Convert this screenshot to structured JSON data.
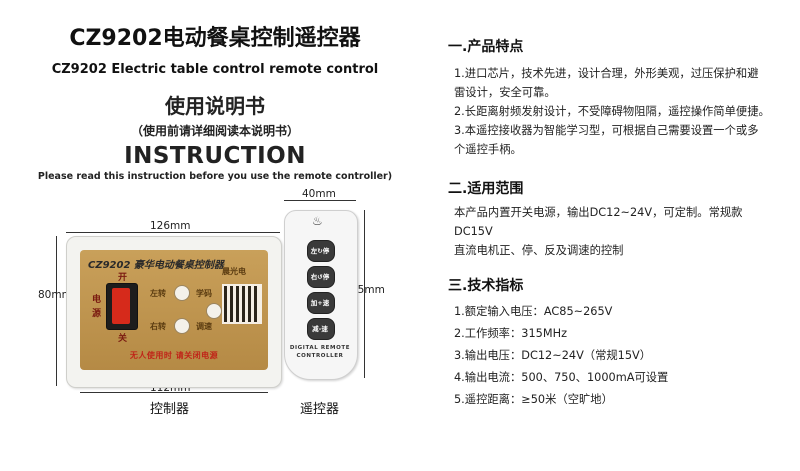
{
  "left": {
    "title_cn": "CZ9202电动餐桌控制遥控器",
    "title_en": "CZ9202 Electric table control remote control",
    "manual_title": "使用说明书",
    "manual_subtitle": "（使用前请详细阅读本说明书）",
    "instruction_title": "INSTRUCTION",
    "instruction_sub": "Please read this instruction before you use the remote controller)"
  },
  "dimensions": {
    "controller_top": "126mm",
    "controller_left": "80mm",
    "controller_bottom": "112mm",
    "remote_top": "40mm",
    "remote_right": "95mm"
  },
  "controller": {
    "brand_text": "CZ9202 豪华电动餐桌控制器",
    "switch_on": "开",
    "switch_off": "关",
    "power_label_1": "电",
    "power_label_2": "源",
    "btn1_label": "左转",
    "btn2_label": "学码",
    "btn3_label": "右转",
    "btn4_label": "调速",
    "brand_mark": "晨光电",
    "footer": "无人使用时  请关闭电源",
    "caption": "控制器"
  },
  "remote": {
    "buttons": [
      "左↻停",
      "右↺停",
      "加+速",
      "减-速"
    ],
    "label_line1": "DIGITAL REMOTE",
    "label_line2": "CONTROLLER",
    "caption": "遥控器"
  },
  "features": {
    "heading": "一.产品特点",
    "line1": "1.进口芯片，技术先进，设计合理，外形美观，过压保护和避",
    "line2": "雷设计，安全可靠。",
    "line3": "2.长距离射频发射设计，不受障碍物阻隔，遥控操作简单便捷。",
    "line4": "3.本遥控接收器为智能学习型，可根据自己需要设置一个或多",
    "line5": "个遥控手柄。"
  },
  "scope": {
    "heading": "二.适用范围",
    "line1": "本产品内置开关电源，输出DC12~24V，可定制。常规款",
    "line2": "DC15V",
    "line3": "直流电机正、停、反及调速的控制"
  },
  "specs": {
    "heading": "三.技术指标",
    "items": [
      "1.额定输入电压：AC85~265V",
      "2.工作频率：315MHz",
      "3.输出电压：DC12~24V（常规15V）",
      "4.输出电流：500、750、1000mA可设置",
      "5.遥控距离：≥50米（空旷地）"
    ]
  }
}
